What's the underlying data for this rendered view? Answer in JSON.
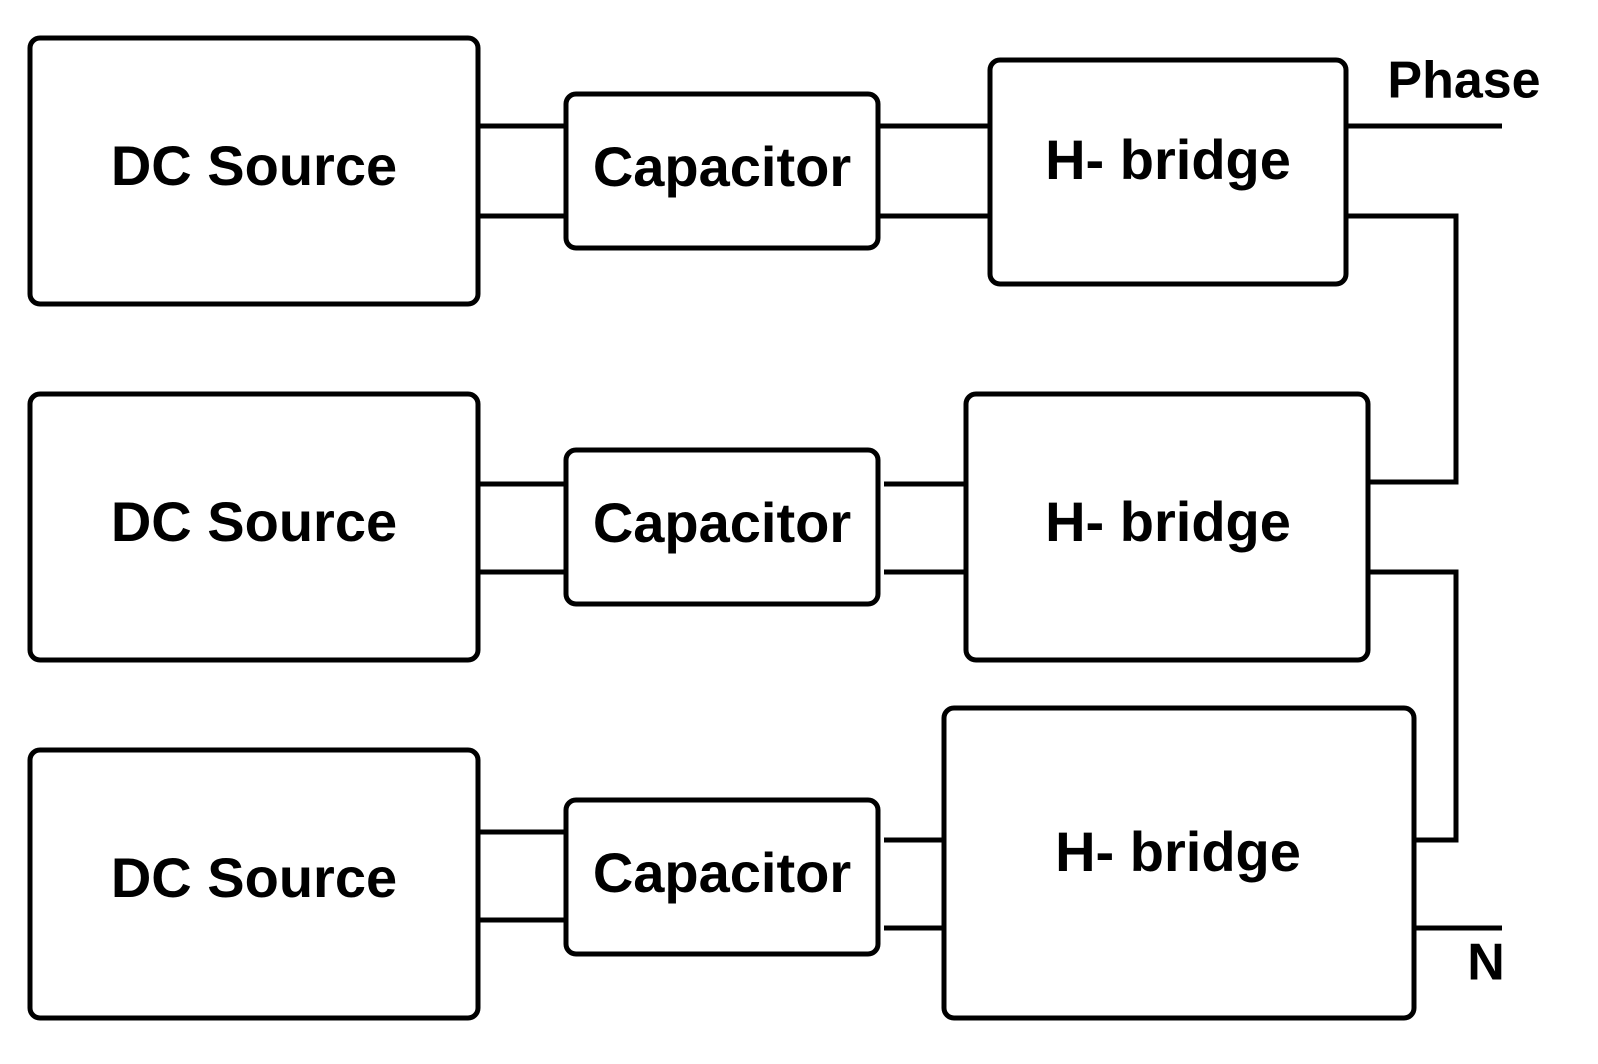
{
  "stages": [
    {
      "source_label": "DC Source",
      "capacitor_label": "Capacitor",
      "bridge_label": "H- bridge"
    },
    {
      "source_label": "DC Source",
      "capacitor_label": "Capacitor",
      "bridge_label": "H- bridge"
    },
    {
      "source_label": "DC Source",
      "capacitor_label": "Capacitor",
      "bridge_label": "H- bridge"
    }
  ],
  "terminals": {
    "phase": "Phase",
    "neutral": "N"
  }
}
